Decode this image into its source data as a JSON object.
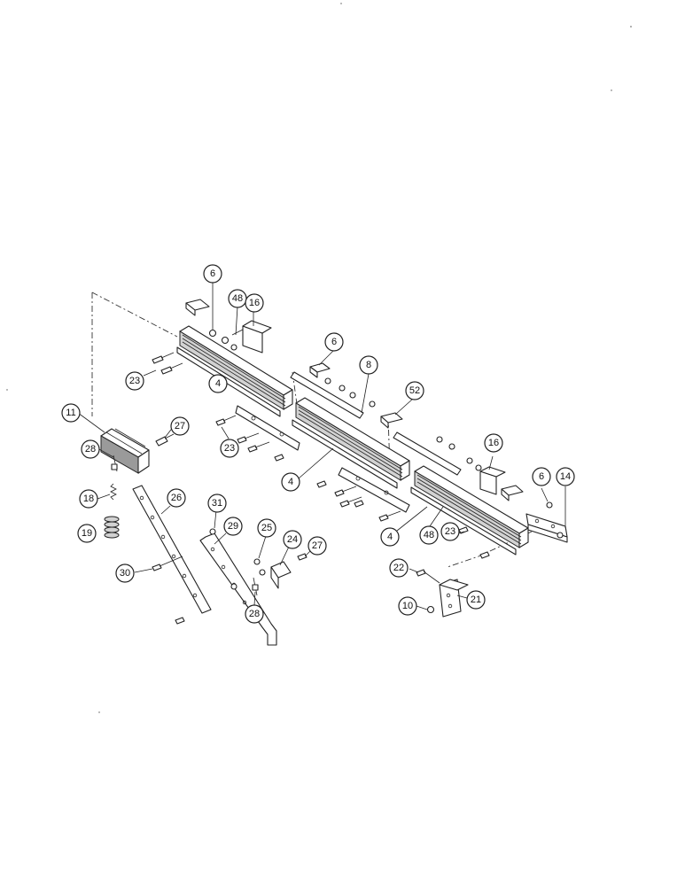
{
  "callouts": [
    {
      "id": "c6a",
      "label": "6"
    },
    {
      "id": "c48a",
      "label": "48"
    },
    {
      "id": "c16a",
      "label": "16"
    },
    {
      "id": "c6b",
      "label": "6"
    },
    {
      "id": "c8",
      "label": "8"
    },
    {
      "id": "c52",
      "label": "52"
    },
    {
      "id": "c23a",
      "label": "23"
    },
    {
      "id": "c4a",
      "label": "4"
    },
    {
      "id": "c11",
      "label": "11"
    },
    {
      "id": "c27a",
      "label": "27"
    },
    {
      "id": "c28a",
      "label": "28"
    },
    {
      "id": "c23b",
      "label": "23"
    },
    {
      "id": "c4b",
      "label": "4"
    },
    {
      "id": "c16b",
      "label": "16"
    },
    {
      "id": "c6c",
      "label": "6"
    },
    {
      "id": "c14",
      "label": "14"
    },
    {
      "id": "c18",
      "label": "18"
    },
    {
      "id": "c26",
      "label": "26"
    },
    {
      "id": "c31",
      "label": "31"
    },
    {
      "id": "c19",
      "label": "19"
    },
    {
      "id": "c29",
      "label": "29"
    },
    {
      "id": "c4c",
      "label": "4"
    },
    {
      "id": "c48b",
      "label": "48"
    },
    {
      "id": "c23c",
      "label": "23"
    },
    {
      "id": "c25",
      "label": "25"
    },
    {
      "id": "c24",
      "label": "24"
    },
    {
      "id": "c27b",
      "label": "27"
    },
    {
      "id": "c30",
      "label": "30"
    },
    {
      "id": "c22",
      "label": "22"
    },
    {
      "id": "c21",
      "label": "21"
    },
    {
      "id": "c28b",
      "label": "28"
    },
    {
      "id": "c10",
      "label": "10"
    }
  ]
}
